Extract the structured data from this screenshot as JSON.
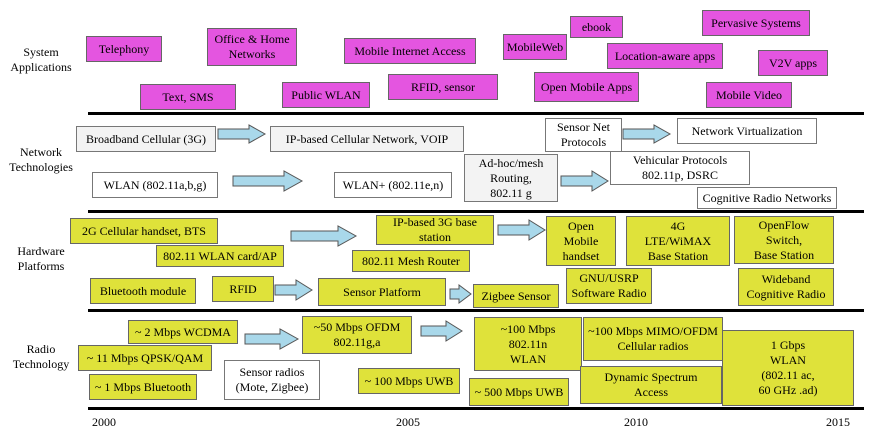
{
  "categories": {
    "apps": "System\nApplications",
    "network": "Network\nTechnologies",
    "hardware": "Hardware\nPlatforms",
    "radio": "Radio\nTechnology"
  },
  "years": {
    "y2000": "2000",
    "y2005": "2005",
    "y2010": "2010",
    "y2015": "2015"
  },
  "applications": {
    "telephony": "Telephony",
    "office_home": "Office & Home\nNetworks",
    "mobile_internet": "Mobile Internet Access",
    "mobileweb": "MobileWeb",
    "ebook": "ebook",
    "pervasive": "Pervasive Systems",
    "location_aware": "Location-aware apps",
    "v2v": "V2V apps",
    "text_sms": "Text, SMS",
    "public_wlan": "Public WLAN",
    "rfid_sensor": "RFID, sensor",
    "open_mobile_apps": "Open Mobile Apps",
    "mobile_video": "Mobile Video"
  },
  "network": {
    "broadband_cellular": "Broadband Cellular (3G)",
    "ip_cellular": "IP-based Cellular Network, VOIP",
    "sensor_net": "Sensor Net\nProtocols",
    "network_virtualization": "Network Virtualization",
    "adhoc_mesh": "Ad-hoc/mesh\nRouting,\n802.11 g",
    "vehicular": "Vehicular Protocols\n802.11p, DSRC",
    "wlan": "WLAN (802.11a,b,g)",
    "wlan_plus": "WLAN+ (802.11e,n)",
    "cognitive_radio_networks": "Cognitive Radio Networks"
  },
  "hardware": {
    "cellular_handset": "2G Cellular handset, BTS",
    "wlan_card": "802.11 WLAN card/AP",
    "ip_3g_base": "IP-based 3G base\nstation",
    "open_mobile_handset": "Open\nMobile\nhandset",
    "lte_wimax": "4G\nLTE/WiMAX\nBase Station",
    "openflow": "OpenFlow\nSwitch,\nBase Station",
    "mesh_router": "802.11 Mesh Router",
    "bluetooth": "Bluetooth module",
    "rfid": "RFID",
    "sensor_platform": "Sensor Platform",
    "zigbee_sensor": "Zigbee Sensor",
    "gnu_usrp": "GNU/USRP\nSoftware Radio",
    "wideband_cognitive": "Wideband\nCognitive Radio"
  },
  "radio": {
    "wcdma": "~ 2 Mbps WCDMA",
    "qpsk_qam": "~ 11 Mbps QPSK/QAM",
    "bluetooth_1m": "~ 1 Mbps Bluetooth",
    "ofdm_50": "~50 Mbps OFDM\n802.11g,a",
    "sensor_radios": "Sensor radios\n(Mote, Zigbee)",
    "uwb_100": "~ 100 Mbps UWB",
    "wlan_100": "~100 Mbps\n802.11n\nWLAN",
    "uwb_500": "~ 500 Mbps UWB",
    "mimo_ofdm": "~100 Mbps MIMO/OFDM\nCellular radios",
    "dynamic_spectrum": "Dynamic Spectrum\nAccess",
    "gbps_wlan": "1 Gbps\nWLAN\n(802.11 ac,\n60 GHz .ad)"
  },
  "colors": {
    "applications": "#e455e0",
    "hardware_radio": "#dfe23a",
    "network": "#f3f3f3",
    "arrow": "#a9d8ea"
  }
}
